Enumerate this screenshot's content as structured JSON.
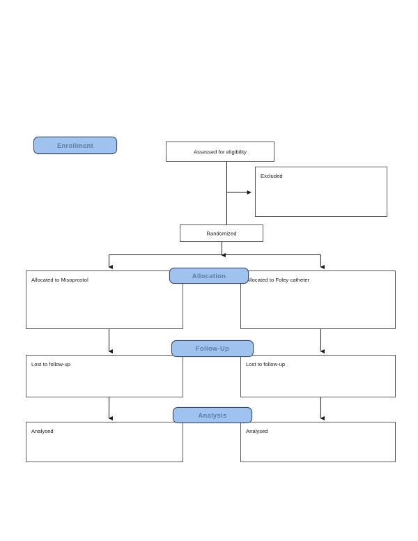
{
  "diagram": {
    "type": "consort-flow-diagram",
    "title": "",
    "box_fill": "#FFFFFF",
    "box_border": "#595959",
    "stage_fill": "#9FC2EF",
    "stage_border": "#3A4A66",
    "stage_text_color": "#5B7CA8",
    "connector_color": "#1A1A1A"
  },
  "stages": [
    {
      "id": "enrollment",
      "label": "Enrollment"
    },
    {
      "id": "allocation",
      "label": "Allocation"
    },
    {
      "id": "followup",
      "label": "Follow-Up"
    },
    {
      "id": "analysis",
      "label": "Analysis"
    }
  ],
  "nodes": [
    {
      "id": "assessed",
      "label": "Assessed for eligibility",
      "align": "center"
    },
    {
      "id": "excluded",
      "label": "Excluded",
      "align": "topleft"
    },
    {
      "id": "randomized",
      "label": "Randomized",
      "align": "center"
    },
    {
      "id": "alloc_left",
      "label": "Allocated to Misoprostol",
      "align": "topleft"
    },
    {
      "id": "alloc_right",
      "label": "Allocated to Foley catheter",
      "align": "topleft"
    },
    {
      "id": "lost_left",
      "label": "Lost to follow-up",
      "align": "topleft"
    },
    {
      "id": "lost_right",
      "label": "Lost to follow-up",
      "align": "topleft"
    },
    {
      "id": "analysed_left",
      "label": "Analysed",
      "align": "topleft"
    },
    {
      "id": "analysed_right",
      "label": "Analysed",
      "align": "topleft"
    }
  ]
}
